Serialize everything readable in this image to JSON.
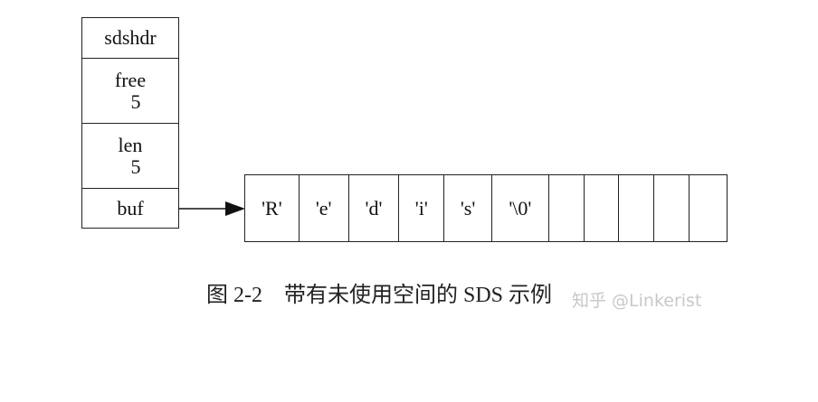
{
  "struct": {
    "title": "sdshdr",
    "free_label": "free",
    "free_value": "5",
    "len_label": "len",
    "len_value": "5",
    "buf_label": "buf"
  },
  "buf_cells": [
    "'R'",
    "'e'",
    "'d'",
    "'i'",
    "'s'",
    "'\\0'",
    "",
    "",
    "",
    "",
    ""
  ],
  "caption": {
    "figure_number": "图 2-2",
    "text": "带有未使用空间的 SDS 示例"
  },
  "watermark": "知乎 @Linkerist"
}
